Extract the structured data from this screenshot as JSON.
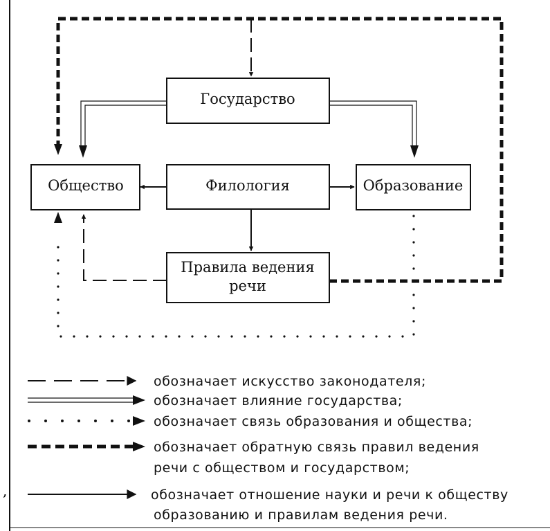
{
  "nodes": {
    "state": "Государство",
    "society": "Общество",
    "philology": "Филология",
    "education": "Образование",
    "rules_line1": "Правила ведения",
    "rules_line2": "речи"
  },
  "legend": [
    {
      "style": "long-dash",
      "lines": [
        "обозначает искусство законодателя;"
      ]
    },
    {
      "style": "double-line",
      "lines": [
        "обозначает влияние государства;"
      ]
    },
    {
      "style": "dotted",
      "lines": [
        "обозначает связь образования и общества;"
      ]
    },
    {
      "style": "thick-dash",
      "lines": [
        "обозначает обратную связь правил ведения",
        "речи с обществом и государством;"
      ]
    },
    {
      "style": "solid",
      "lines": [
        "обозначает отношение науки и речи к обществу",
        "образованию и правилам ведения речи."
      ]
    }
  ],
  "margin_mark": ","
}
